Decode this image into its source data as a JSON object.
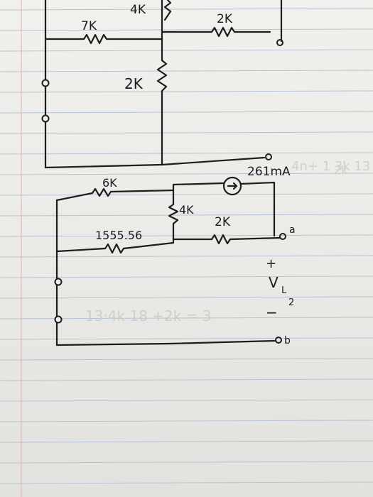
{
  "upper_circuit": {
    "resistors": {
      "r_4k_top": "4K",
      "r_7k": "7K",
      "r_2k_right": "2K",
      "r_2k_middle": "2K"
    }
  },
  "lower_circuit": {
    "resistors": {
      "r_6k": "6K",
      "r_4k": "4K",
      "r_2k": "2K",
      "r_1555": "1555.56"
    },
    "current_source": "261mA",
    "terminal_a": "a",
    "terminal_b": "b",
    "voltage_plus": "+",
    "voltage_label": "V",
    "voltage_sub": "L",
    "voltage_subsub": "2",
    "voltage_minus": "−"
  },
  "colors": {
    "ink": "#1d1d1f",
    "ruled_line": "#b7c3d3",
    "paper": "#f1f0ec"
  }
}
